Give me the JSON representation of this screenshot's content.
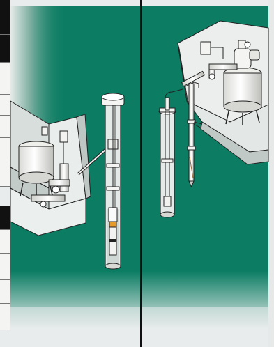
{
  "scene": {
    "description_colors": {
      "ground_green": "#0c7d63",
      "ground_green_dark": "#0a6e56",
      "soil_light": "#dfe5e3",
      "wall_shade": "#c9cfcd",
      "equipment_white": "#f3f3f1",
      "outline": "#1b1b1b",
      "divider": "#111111"
    },
    "panels": [
      {
        "name": "submersible-pump-well"
      },
      {
        "name": "jet-pump-well"
      }
    ],
    "table_fragments": [
      {
        "name": "upper-table-fragment",
        "rows": 7
      },
      {
        "name": "lower-table-fragment",
        "rows": 5
      }
    ]
  }
}
